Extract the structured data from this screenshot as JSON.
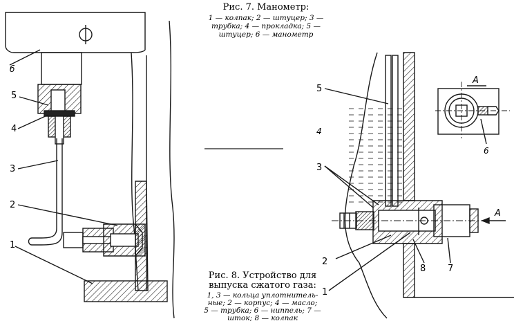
{
  "fig7": {
    "title": "Рис. 7. Манометр:",
    "legend_lines": [
      "1 — колпак; 2 — штуцер; 3 —",
      "трубка; 4 — прокладка; 5 —",
      "штуцер; 6 — манометр"
    ],
    "labels": [
      "б",
      "5",
      "4",
      "3",
      "2",
      "1"
    ]
  },
  "fig8": {
    "title_lines": [
      "Рис. 8. Устройство для",
      "выпуска сжатого газа:"
    ],
    "legend_lines": [
      "1, 3 — кольца уплотнитель-",
      "ные; 2 — корпус; 4 — масло;",
      "5 — трубка; 6 — ниппель; 7 —",
      "шток; 8 — колпак"
    ],
    "labels": [
      "5",
      "4",
      "3",
      "2",
      "1",
      "8",
      "7",
      "6"
    ],
    "section_label": "А",
    "arrow_label": "А"
  }
}
